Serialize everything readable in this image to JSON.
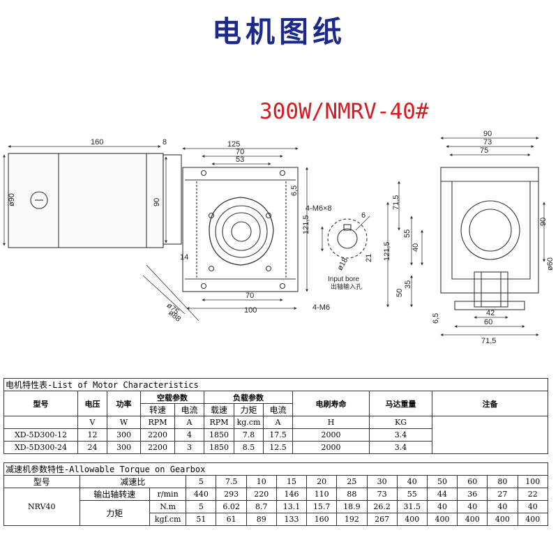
{
  "title": "电机图纸",
  "model": "300W/NMRV-40#",
  "drawing": {
    "motor": {
      "len": "160",
      "flange": "8",
      "dia": "ø90",
      "h": "90"
    },
    "front": {
      "w125": "125",
      "w70": "70",
      "w53": "53",
      "h65": "6,5",
      "h1215": "121,5",
      "bolt": "4-M6×8",
      "d14": "14",
      "d75": "ø75",
      "d88": "ø88",
      "b70": "70",
      "b100": "100",
      "base_bolt": "4-M6"
    },
    "bore": {
      "w6": "6",
      "h21": "21",
      "d18": "ø18",
      "label_en": "Input bore",
      "label_cn": "出轴输入孔"
    },
    "side": {
      "w90": "90",
      "w73": "73",
      "w75": "75",
      "h715": "71,5",
      "h1215": "121,5",
      "h40": "40",
      "h55": "55",
      "h35": "35",
      "h50": "50",
      "h65": "6,5",
      "r90": "90",
      "d60": "ø60",
      "b42": "42",
      "b60": "60",
      "b715": "71,5"
    }
  },
  "motor_table": {
    "caption": "电机特性表-List of Motor Characteristics",
    "h_model": "型号",
    "h_voltage": "电压",
    "h_power": "功率",
    "h_noload": "空载参数",
    "h_load": "负载参数",
    "h_life": "电刷寿命",
    "h_weight": "马达重量",
    "h_note": "注备",
    "sub": {
      "speed": "转速",
      "current": "电流",
      "load_speed": "载速",
      "torque": "力矩",
      "load_current": "电流"
    },
    "units": {
      "v": "V",
      "w": "W",
      "rpm": "RPM",
      "a": "A",
      "rpm2": "RPM",
      "kgcm": "kg.cm",
      "a2": "A",
      "h": "H",
      "kg": "KG"
    },
    "rows": [
      {
        "model": "XD-5D300-12",
        "v": "12",
        "w": "300",
        "rpm": "2200",
        "a": "4",
        "rpm2": "1850",
        "kgcm": "7.8",
        "a2": "17.5",
        "h": "2000",
        "kg": "3.4"
      },
      {
        "model": "XD-5D300-24",
        "v": "24",
        "w": "300",
        "rpm": "2200",
        "a": "3",
        "rpm2": "1850",
        "kgcm": "8.5",
        "a2": "12.5",
        "h": "2000",
        "kg": "3.4"
      }
    ]
  },
  "gear_table": {
    "caption": "减速机参数特性-Allowable Torque on Gearbox",
    "h_model": "型号",
    "h_ratio": "减速比",
    "ratios": [
      "5",
      "7.5",
      "10",
      "15",
      "20",
      "25",
      "30",
      "40",
      "50",
      "60",
      "80",
      "100"
    ],
    "model": "NRV40",
    "speed_label": "输出轴转速",
    "speed_unit": "r/min",
    "speed": [
      "440",
      "293",
      "220",
      "146",
      "110",
      "88",
      "73",
      "55",
      "44",
      "36",
      "27",
      "22"
    ],
    "torque_label": "力矩",
    "nm_unit": "N.m",
    "nm": [
      "5",
      "6.02",
      "8.7",
      "13.1",
      "15.7",
      "18.9",
      "26.2",
      "31.5",
      "40",
      "40",
      "40",
      "40"
    ],
    "kgf_unit": "kgf.cm",
    "kgf": [
      "51",
      "61",
      "89",
      "133",
      "160",
      "192",
      "267",
      "400",
      "400",
      "400",
      "400",
      "400"
    ]
  }
}
